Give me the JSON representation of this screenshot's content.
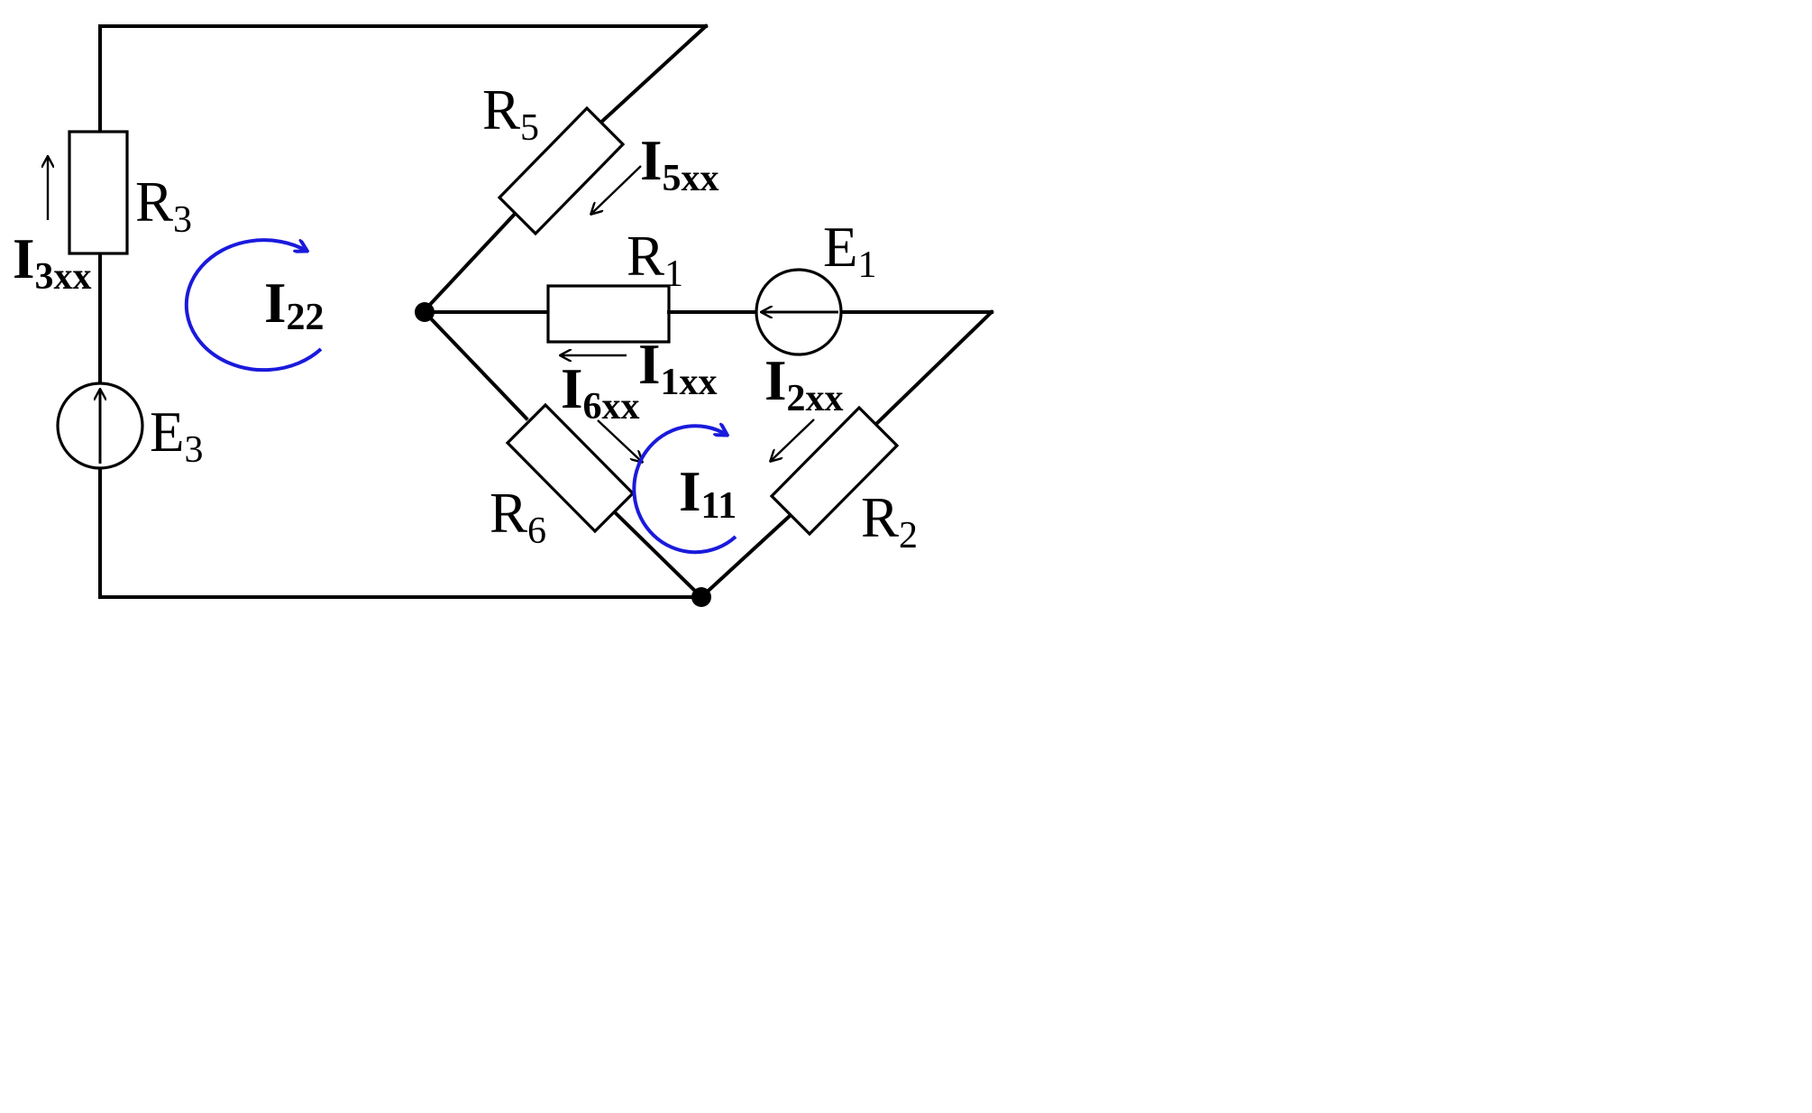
{
  "colors": {
    "wire": "#000000",
    "loop_current": "#1a1adc",
    "background": "#ffffff"
  },
  "labels": {
    "R5": {
      "main": "R",
      "sub": "5"
    },
    "R3": {
      "main": "R",
      "sub": "3"
    },
    "R1": {
      "main": "R",
      "sub": "1"
    },
    "E1": {
      "main": "E",
      "sub": "1"
    },
    "E3": {
      "main": "E",
      "sub": "3"
    },
    "R6": {
      "main": "R",
      "sub": "6"
    },
    "R2": {
      "main": "R",
      "sub": "2"
    },
    "I5xx": {
      "main": "I",
      "sub": "5xx"
    },
    "I3xx": {
      "main": "I",
      "sub": "3xx"
    },
    "I1xx": {
      "main": "I",
      "sub": "1xx"
    },
    "I2xx": {
      "main": "I",
      "sub": "2xx"
    },
    "I6xx": {
      "main": "I",
      "sub": "6xx"
    },
    "I22": {
      "main": "I",
      "sub": "22"
    },
    "I11": {
      "main": "I",
      "sub": "11"
    }
  }
}
